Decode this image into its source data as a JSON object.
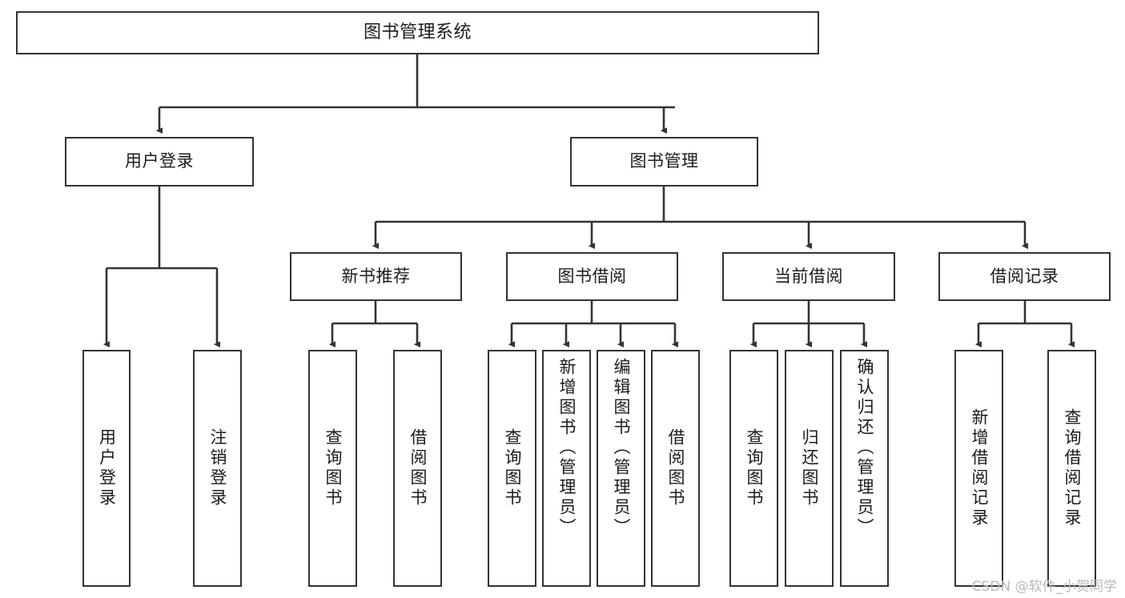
{
  "diagram": {
    "type": "tree-hierarchy",
    "title": "图书管理系统",
    "watermark": "CSDN @软件_小贺同学",
    "colors": {
      "box_border": "#333333",
      "box_fill": "#ffffff",
      "line": "#333333",
      "text": "#1b1b1b",
      "watermark": "#b8b8b8"
    },
    "nodes": {
      "root": {
        "label": "图书管理系统"
      },
      "level2": [
        {
          "id": "user-login",
          "label": "用户登录"
        },
        {
          "id": "book-manage",
          "label": "图书管理"
        }
      ],
      "level3": [
        {
          "id": "new-book-rec",
          "label": "新书推荐"
        },
        {
          "id": "book-borrow",
          "label": "图书借阅"
        },
        {
          "id": "current-borrow",
          "label": "当前借阅"
        },
        {
          "id": "borrow-record",
          "label": "借阅记录"
        }
      ],
      "leaves": [
        {
          "id": "leaf-user-login",
          "label": "用户登录",
          "parent": "user-login"
        },
        {
          "id": "leaf-user-logout",
          "label": "注销登录",
          "parent": "user-login"
        },
        {
          "id": "leaf-query-book-1",
          "label": "查询图书",
          "parent": "new-book-rec"
        },
        {
          "id": "leaf-borrow-book-1",
          "label": "借阅图书",
          "parent": "new-book-rec"
        },
        {
          "id": "leaf-query-book-2",
          "label": "查询图书",
          "parent": "book-borrow"
        },
        {
          "id": "leaf-add-book",
          "label": "新增图书（管理员）",
          "parent": "book-borrow"
        },
        {
          "id": "leaf-edit-book",
          "label": "编辑图书（管理员）",
          "parent": "book-borrow"
        },
        {
          "id": "leaf-borrow-book-2",
          "label": "借阅图书",
          "parent": "book-borrow"
        },
        {
          "id": "leaf-query-book-3",
          "label": "查询图书",
          "parent": "current-borrow"
        },
        {
          "id": "leaf-return-book",
          "label": "归还图书",
          "parent": "current-borrow"
        },
        {
          "id": "leaf-confirm-return",
          "label": "确认归还（管理员）",
          "parent": "current-borrow"
        },
        {
          "id": "leaf-add-record",
          "label": "新增借阅记录",
          "parent": "borrow-record"
        },
        {
          "id": "leaf-query-record",
          "label": "查询借阅记录",
          "parent": "borrow-record"
        }
      ]
    }
  }
}
